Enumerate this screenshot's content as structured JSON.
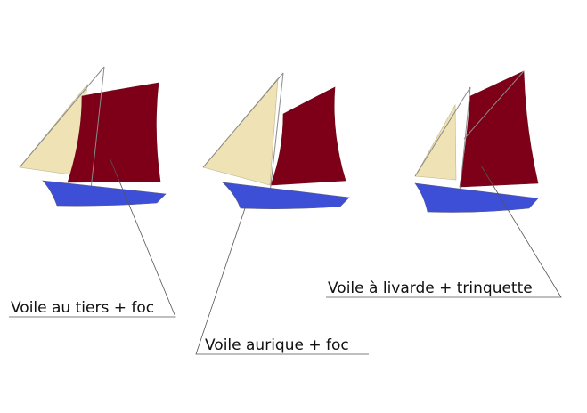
{
  "colors": {
    "background": "#ffffff",
    "main_sail": "#7d0018",
    "jib_sail": "#efe2b4",
    "hull": "#3d4fd6",
    "callout_line": "#555555",
    "label_text": "#111111"
  },
  "boats": [
    {
      "label": "Voile au tiers + foc"
    },
    {
      "label": "Voile aurique + foc"
    },
    {
      "label": "Voile à livarde + trinquette"
    }
  ]
}
